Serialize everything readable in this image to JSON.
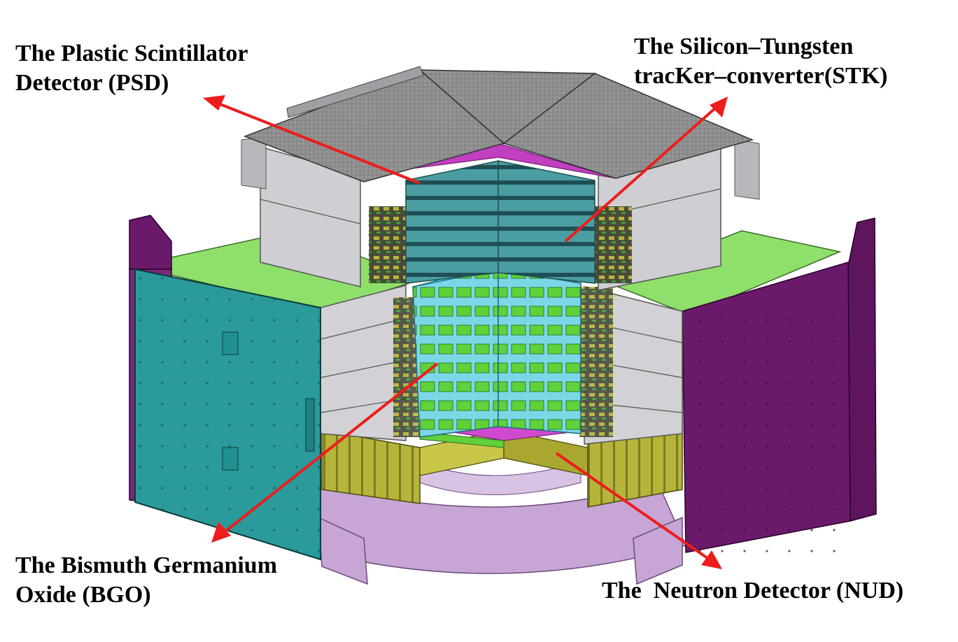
{
  "labels": {
    "psd": {
      "line1": "The Plastic Scintillator",
      "line2": "Detector (PSD)"
    },
    "stk": {
      "line1": "The Silicon–Tungsten",
      "line2": "tracKer–converter(STK)"
    },
    "bgo": {
      "line1": "The Bismuth Germanium",
      "line2": "Oxide (BGO)"
    },
    "nud": {
      "line1": "The  Neutron Detector (NUD)"
    }
  },
  "colors": {
    "arrow": "#ee1c1c",
    "panel_teal": "#2a9a9a",
    "panel_purple": "#6b1a6b",
    "deck_green": "#8fe06a",
    "psd_top": "#8a8a8a",
    "housing_gray": "#c8c8cc",
    "stk_layers": "#3f8f92",
    "bgo_crystal": "#5fd23a",
    "bgo_frame": "#7ad8e6",
    "base_olive": "#b6b43a",
    "ring_lilac": "#c7a6d6",
    "magenta_strip": "#d04ad0"
  }
}
